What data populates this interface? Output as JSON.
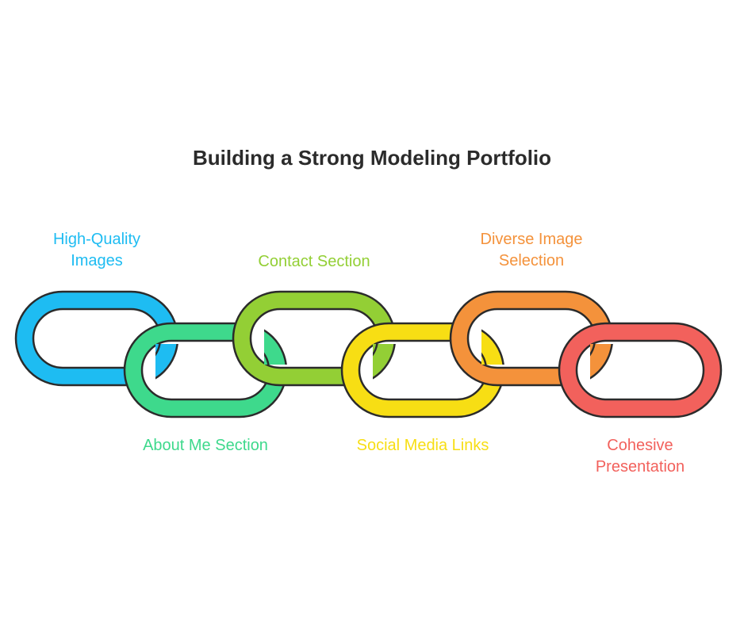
{
  "title": "Building a Strong Modeling Portfolio",
  "outline_color": "#2b2b2b",
  "links": [
    {
      "label": "High-Quality\nImages",
      "color": "#1ebcf2",
      "label_position": "top"
    },
    {
      "label": "About Me Section",
      "color": "#3ed98c",
      "label_position": "bottom"
    },
    {
      "label": "Contact Section",
      "color": "#93cf35",
      "label_position": "top"
    },
    {
      "label": "Social Media Links",
      "color": "#f7de14",
      "label_position": "bottom"
    },
    {
      "label": "Diverse Image\nSelection",
      "color": "#f4923b",
      "label_position": "top"
    },
    {
      "label": "Cohesive\nPresentation",
      "color": "#f2615c",
      "label_position": "bottom"
    }
  ]
}
